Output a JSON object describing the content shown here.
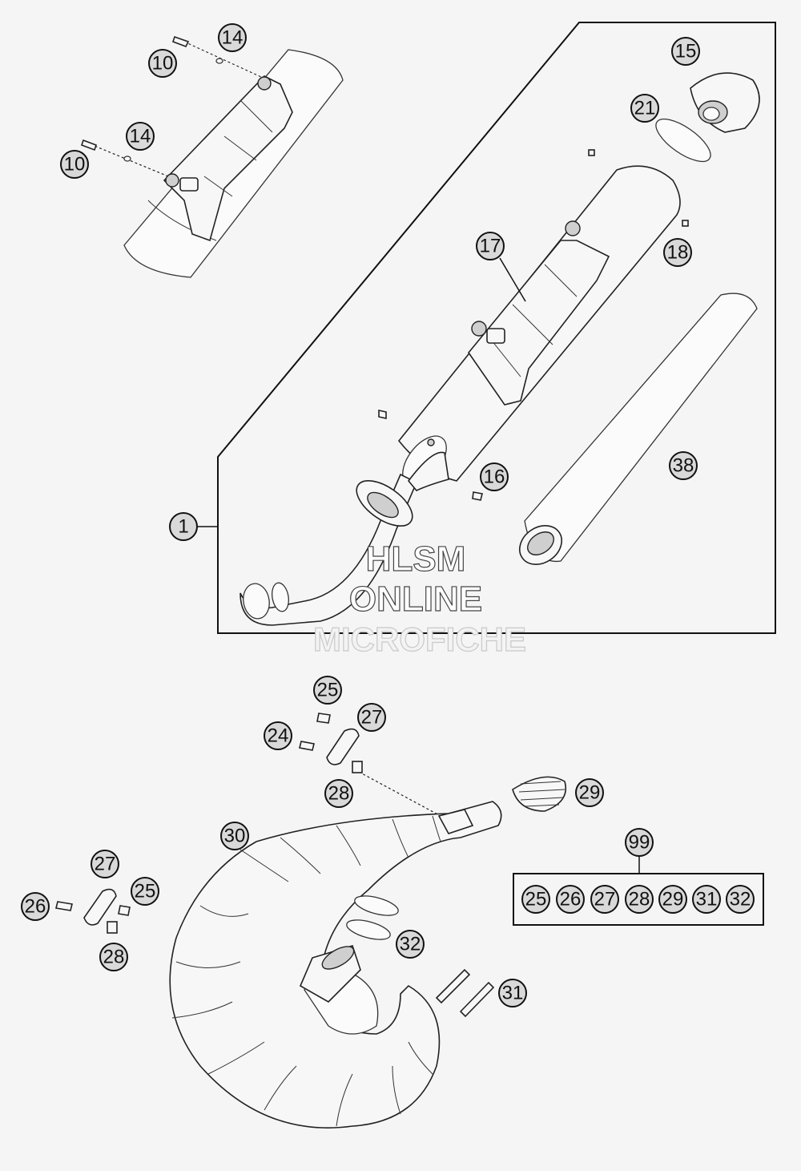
{
  "callouts": {
    "c1": "1",
    "c10a": "10",
    "c10b": "10",
    "c14a": "14",
    "c14b": "14",
    "c15": "15",
    "c16": "16",
    "c17": "17",
    "c18": "18",
    "c21": "21",
    "c24": "24",
    "c25a": "25",
    "c25b": "25",
    "c26": "26",
    "c27a": "27",
    "c27b": "27",
    "c28a": "28",
    "c28b": "28",
    "c29": "29",
    "c30": "30",
    "c31": "31",
    "c32": "32",
    "c38": "38",
    "c99": "99"
  },
  "kit_99": [
    "25",
    "26",
    "27",
    "28",
    "29",
    "31",
    "32"
  ],
  "watermark": {
    "line1": "HLSM",
    "line2": "ONLINE",
    "line3": "MICROFICHE"
  }
}
